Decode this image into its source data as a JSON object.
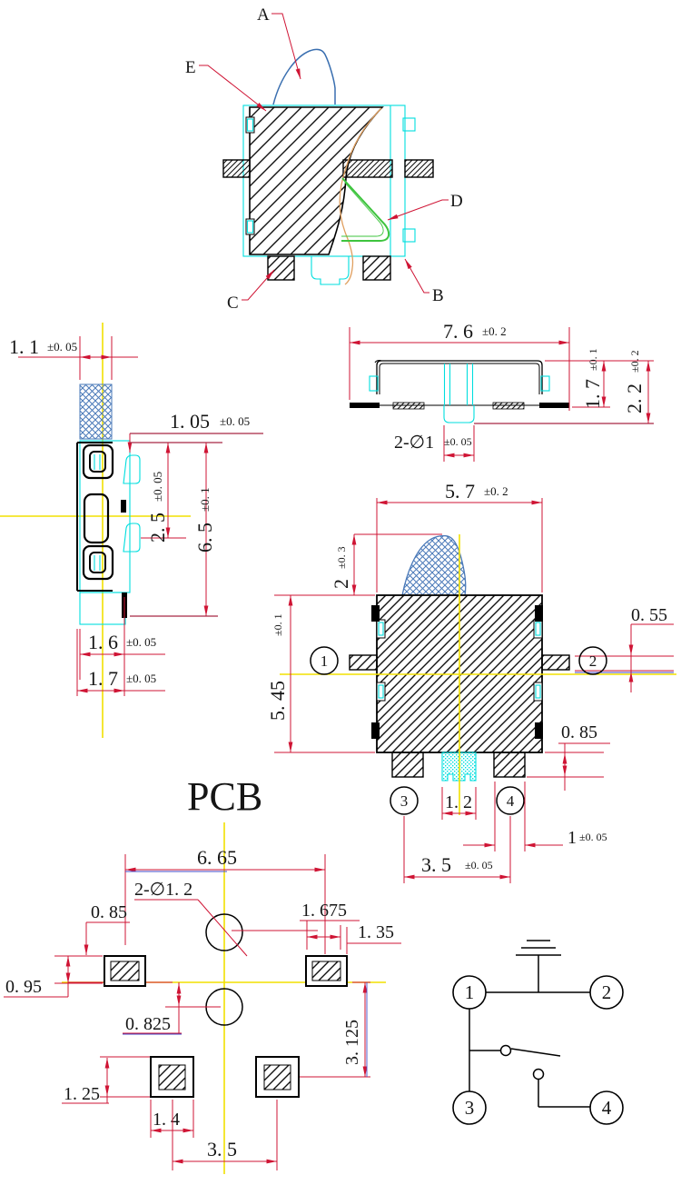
{
  "drawing_type": "tactile-switch-engineering-drawing",
  "colors": {
    "dimension_red": "#cf1434",
    "dimension_dark_red": "#a62844",
    "accent_blue_line": "#4149c9",
    "centerline_yellow": "#f2e000",
    "outline_cyan": "#00dede",
    "rubber_blue": "#4a79b8",
    "contact_green": "#3ec43e",
    "membrane_orange": "#e0a060",
    "ink_black": "#000000"
  },
  "section_view": {
    "label_a": "A",
    "label_b": "B",
    "label_c": "C",
    "label_d": "D",
    "label_e": "E"
  },
  "side_view": {
    "stem_w": "1. 1",
    "stem_w_tol": "±0. 05",
    "offset": "1. 05",
    "offset_tol": "±0. 05",
    "pitch": "2. 5",
    "pitch_tol": "±0. 05",
    "height": "6. 5",
    "height_tol": "±0. 1",
    "foot1": "1. 6",
    "foot1_tol": "±0. 05",
    "foot2": "1. 7",
    "foot2_tol": "±0. 05"
  },
  "top_view": {
    "width": "7. 6",
    "width_tol": "±0. 2",
    "cover_h": "1. 7",
    "cover_h_tol": "±0. 1",
    "total_h": "2. 2",
    "total_h_tol": "±0. 2",
    "boss": "2-∅1",
    "boss_tol": "±0. 05"
  },
  "front_view": {
    "width": "5. 7",
    "width_tol": "±0. 2",
    "button_h": "2",
    "button_h_tol": "±0. 3",
    "body_h": "5. 45",
    "body_h_tol": "±0. 1",
    "tab_t": "0. 55",
    "foot_h": "0. 85",
    "boss_w": "1. 2",
    "foot_w": "1",
    "foot_w_tol": "±0. 05",
    "foot_pitch": "3. 5",
    "foot_pitch_tol": "±0. 05",
    "pin1": "1",
    "pin2": "2",
    "pin3": "3",
    "pin4": "4"
  },
  "pcb_view": {
    "title": "PCB",
    "span": "6. 65",
    "holes": "2-∅1. 2",
    "pad_off": "0. 85",
    "pad_in": "1. 675",
    "pad_w": "1. 35",
    "pad_off_y": "0. 95",
    "hole_off": "0. 825",
    "row_pitch": "3. 125",
    "pad2_h": "1. 25",
    "pad2_w": "1. 4",
    "pad2_pitch": "3. 5"
  },
  "schematic": {
    "pin1": "1",
    "pin2": "2",
    "pin3": "3",
    "pin4": "4"
  }
}
